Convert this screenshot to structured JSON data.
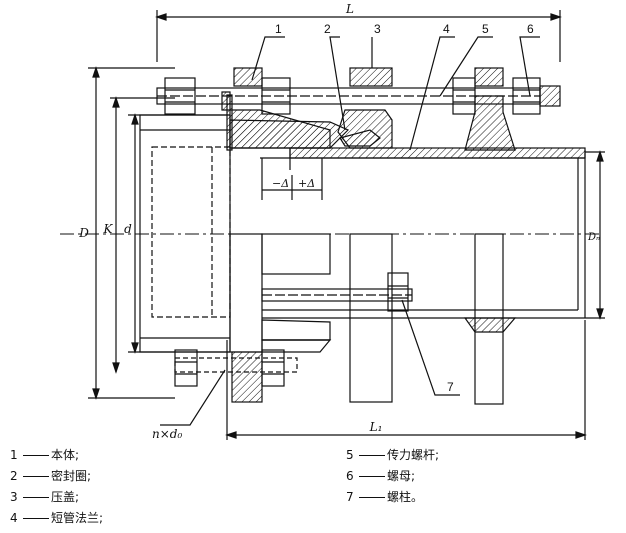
{
  "dimensions": {
    "L": "L",
    "L1": "L₁",
    "D": "D",
    "K": "K",
    "d": "d",
    "Dw": "Dₙ",
    "minus_delta": "−Δ",
    "plus_delta": "+Δ",
    "bolt_holes": "n×d₀"
  },
  "callouts": [
    "1",
    "2",
    "3",
    "4",
    "5",
    "6",
    "7"
  ],
  "legend": [
    {
      "num": "1",
      "text": "本体;"
    },
    {
      "num": "2",
      "text": "密封圈;"
    },
    {
      "num": "3",
      "text": "压盖;"
    },
    {
      "num": "4",
      "text": "短管法兰;"
    },
    {
      "num": "5",
      "text": "传力螺杆;"
    },
    {
      "num": "6",
      "text": "螺母;"
    },
    {
      "num": "7",
      "text": "螺柱。"
    }
  ],
  "colors": {
    "line": "#111111",
    "paper": "#ffffff"
  }
}
